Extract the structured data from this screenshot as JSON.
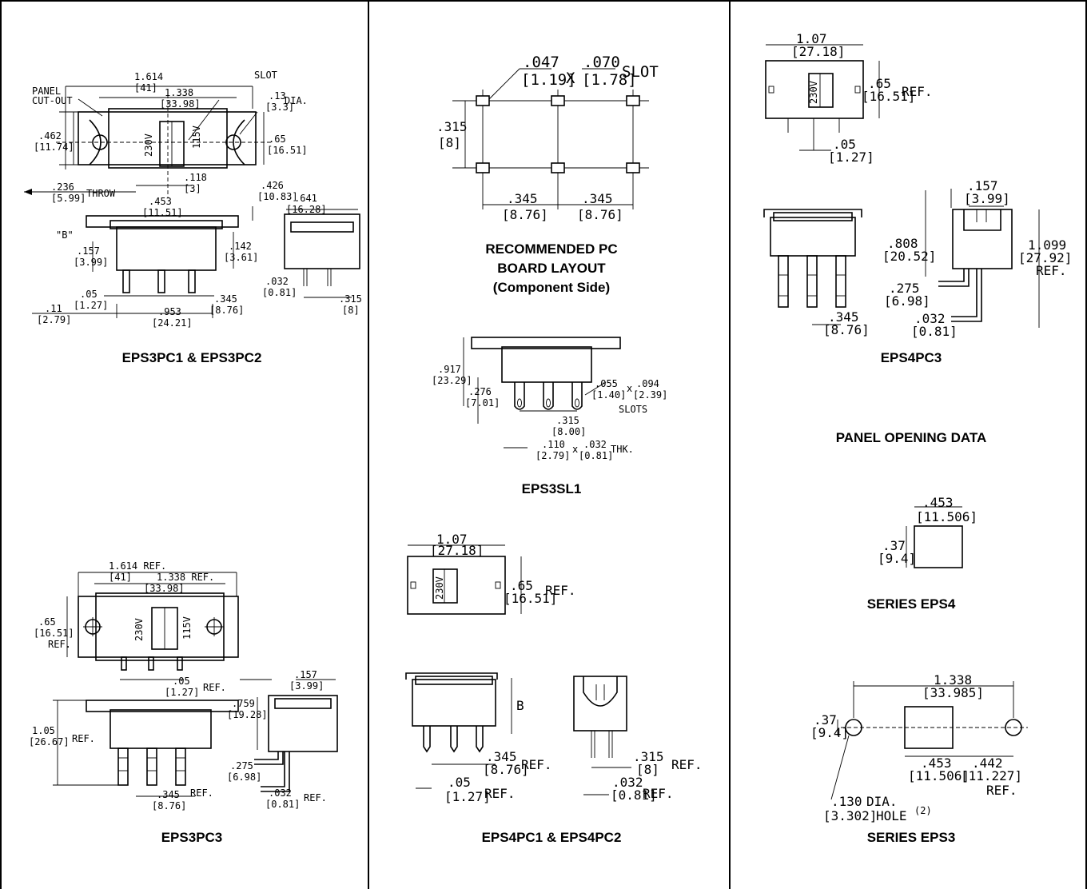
{
  "captions": {
    "eps3pc12": "EPS3PC1 & EPS3PC2",
    "eps3pc3": "EPS3PC3",
    "pcb_line1": "RECOMMENDED PC",
    "pcb_line2": "BOARD LAYOUT",
    "pcb_line3": "(Component Side)",
    "eps3sl1": "EPS3SL1",
    "eps4pc12": "EPS4PC1 & EPS4PC2",
    "eps4pc3": "EPS4PC3",
    "panel_opening": "PANEL OPENING DATA",
    "series_eps4": "SERIES EPS4",
    "series_eps3": "SERIES EPS3"
  },
  "eps3pc12_dims": {
    "panel": "PANEL",
    "cutout": "CUT-OUT",
    "slot": "SLOT",
    "d1614": "1.614",
    "m41": "[41]",
    "d1338": "1.338",
    "m3398": "[33.98]",
    "d13": ".13",
    "m33": "[3.3]",
    "dia": "DIA.",
    "d462": ".462",
    "m1174": "[11.74]",
    "d65": ".65",
    "m1651": "[16.51]",
    "v230": "230V",
    "v115": "115V",
    "d118": ".118",
    "m3": "[3]",
    "d426": ".426",
    "m1083": "[10.83]",
    "d236": ".236",
    "m599": "[5.99]",
    "throw": "THROW",
    "d453": ".453",
    "m1151": "[11.51]",
    "d641": ".641",
    "m1628": "[16.28]",
    "b": "\"B\"",
    "d157": ".157",
    "m399": "[3.99]",
    "d142": ".142",
    "m361": "[3.61]",
    "d032": ".032",
    "m081": "[0.81]",
    "d05": ".05",
    "m127": "[1.27]",
    "d345": ".345",
    "m876": "[8.76]",
    "d315": ".315",
    "m8": "[8]",
    "d11": ".11",
    "m279": "[2.79]",
    "d953": ".953",
    "m2421": "[24.21]"
  },
  "eps3pc3_dims": {
    "d1614": "1.614 REF.",
    "m41": "[41]",
    "d1338": "1.338 REF.",
    "m3398": "[33.98]",
    "d65": ".65",
    "m1651": "[16.51]",
    "ref": "REF.",
    "v230": "230V",
    "v115": "115V",
    "d05": ".05",
    "m127": "[1.27]",
    "ref2": "REF.",
    "d157": ".157",
    "m399": "[3.99]",
    "d759": ".759",
    "m1928": "[19.28]",
    "d105": "1.05",
    "m2667": "[26.67]",
    "ref3": "REF.",
    "d275": ".275",
    "m698": "[6.98]",
    "d032": ".032",
    "m081": "[0.81]",
    "ref4": "REF.",
    "d345": ".345",
    "m876": "[8.76]",
    "ref5": "REF."
  },
  "pcb_dims": {
    "d047": ".047",
    "m119": "[1.19]",
    "x": "X",
    "d070": ".070",
    "m178": "[1.78]",
    "slot": "SLOT",
    "d315": ".315",
    "m8": "[8]",
    "d345a": ".345",
    "m876a": "[8.76]",
    "d345b": ".345",
    "m876b": "[8.76]"
  },
  "eps3sl1_dims": {
    "d917": ".917",
    "m2329": "[23.29]",
    "d276": ".276",
    "m701": "[7.01]",
    "d055": ".055",
    "x1": "x",
    "d094": ".094",
    "m140": "[1.40]",
    "m239": "[2.39]",
    "slots": "SLOTS",
    "d315": ".315",
    "m800": "[8.00]",
    "d110": ".110",
    "x2": "x",
    "d032": ".032",
    "m279": "[2.79]",
    "m081": "[0.81]",
    "thk": "THK."
  },
  "eps4pc12_dims": {
    "d107": "1.07",
    "m2718": "[27.18]",
    "d65": ".65",
    "m1651": "[16.51]",
    "ref": "REF.",
    "v230": "230V",
    "b": "B",
    "d345": ".345",
    "m876": "[8.76]",
    "ref2": "REF.",
    "d05": ".05",
    "m127": "[1.27]",
    "ref3": "REF.",
    "d315": ".315",
    "m8": "[8]",
    "ref4": "REF.",
    "d032": ".032",
    "m081": "[0.81]",
    "ref5": "REF."
  },
  "eps4pc3_dims": {
    "d107": "1.07",
    "m2718": "[27.18]",
    "d65": ".65",
    "m1651": "[16.51]",
    "ref": "REF.",
    "v230": "230V",
    "d05": ".05",
    "m127": "[1.27]",
    "d157": ".157",
    "m399": "[3.99]",
    "d808": ".808",
    "m2052": "[20.52]",
    "d1099": "1.099",
    "m2792": "[27.92]",
    "ref2": "REF.",
    "d275": ".275",
    "m698": "[6.98]",
    "d345": ".345",
    "m876": "[8.76]",
    "d032": ".032",
    "m081": "[0.81]"
  },
  "series_eps4_dims": {
    "d453": ".453",
    "m11506": "[11.506]",
    "d37": ".37",
    "m94": "[9.4]"
  },
  "series_eps3_dims": {
    "d1338": "1.338",
    "m33985": "[33.985]",
    "d37": ".37",
    "m94": "[9.4]",
    "d453": ".453",
    "m11506": "[11.506]",
    "d442": ".442",
    "m11227": "[11.227]",
    "ref": "REF.",
    "d130": ".130",
    "dia": "DIA.",
    "m3302": "[3.302]",
    "hole": "HOLE",
    "note": "(2)"
  }
}
